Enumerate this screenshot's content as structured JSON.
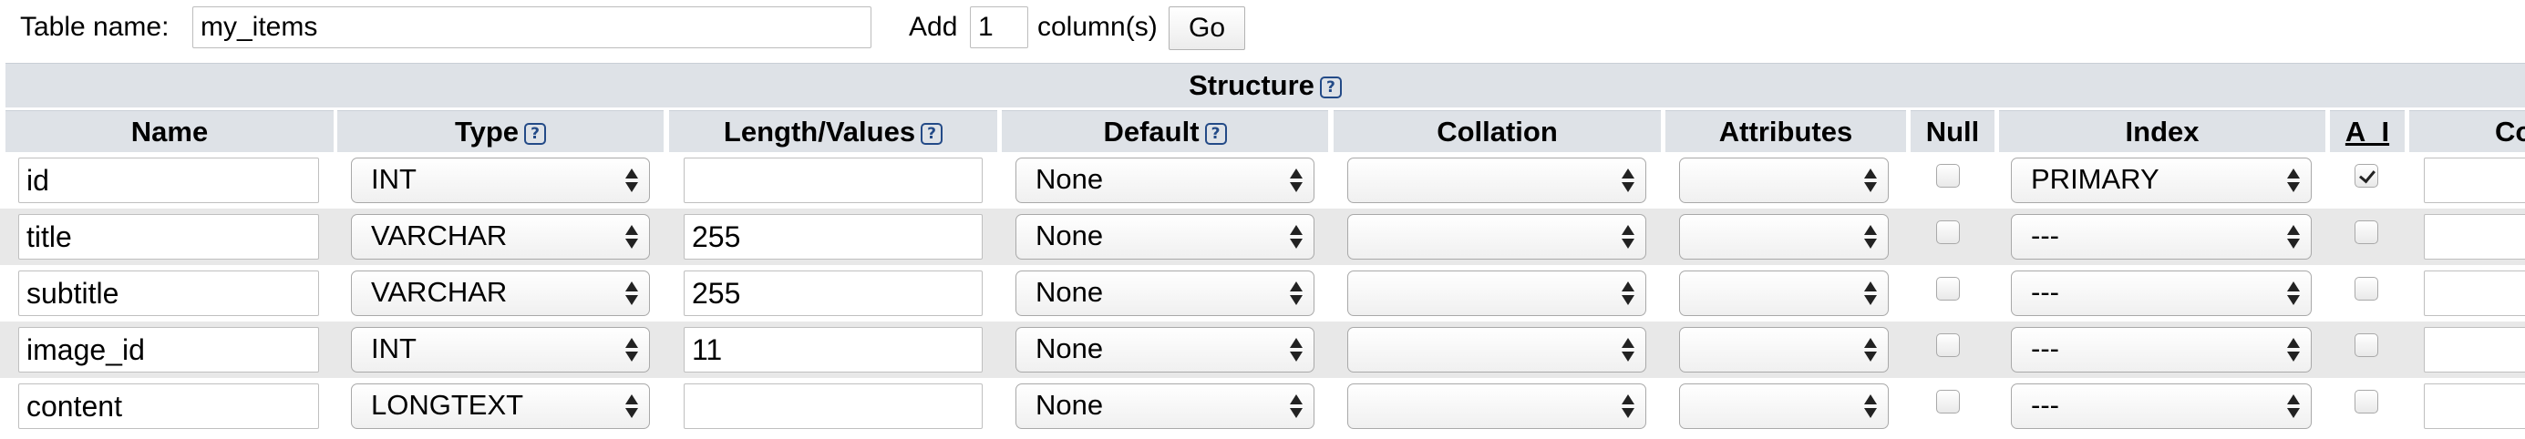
{
  "top": {
    "table_name_label": "Table name:",
    "table_name_value": "my_items",
    "add_label": "Add",
    "add_count": "1",
    "columns_label": "column(s)",
    "go_label": "Go"
  },
  "structure": {
    "title": "Structure",
    "help_glyph": "?"
  },
  "headers": {
    "name": "Name",
    "type": "Type",
    "length": "Length/Values",
    "default": "Default",
    "collation": "Collation",
    "attributes": "Attributes",
    "null": "Null",
    "index": "Index",
    "ai": "A_I",
    "comments_partial": "Co",
    "help_glyph": "?"
  },
  "rows": [
    {
      "name": "id",
      "type": "INT",
      "length": "",
      "default": "None",
      "collation": "",
      "attributes": "",
      "null": false,
      "index": "PRIMARY",
      "ai": true
    },
    {
      "name": "title",
      "type": "VARCHAR",
      "length": "255",
      "default": "None",
      "collation": "",
      "attributes": "",
      "null": false,
      "index": "---",
      "ai": false
    },
    {
      "name": "subtitle",
      "type": "VARCHAR",
      "length": "255",
      "default": "None",
      "collation": "",
      "attributes": "",
      "null": false,
      "index": "---",
      "ai": false
    },
    {
      "name": "image_id",
      "type": "INT",
      "length": "11",
      "default": "None",
      "collation": "",
      "attributes": "",
      "null": false,
      "index": "---",
      "ai": false
    },
    {
      "name": "content",
      "type": "LONGTEXT",
      "length": "",
      "default": "None",
      "collation": "",
      "attributes": "",
      "null": false,
      "index": "---",
      "ai": false
    }
  ],
  "colors": {
    "header_bg": "#dee2e7",
    "row_alt_bg": "#e8e8e8",
    "help_icon": "#234a87"
  }
}
